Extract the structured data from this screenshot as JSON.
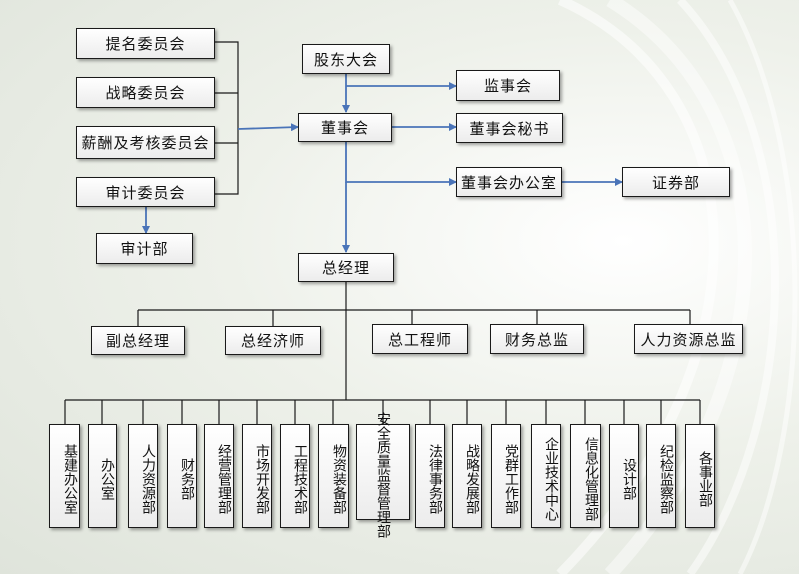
{
  "committees": [
    "提名委员会",
    "战略委员会",
    "薪酬及考核委员会",
    "审计委员会"
  ],
  "audit_dept": "审计部",
  "shareholders": "股东大会",
  "supervisory_board": "监事会",
  "board": "董事会",
  "board_secretary": "董事会秘书",
  "board_office": "董事会办公室",
  "securities_dept": "证券部",
  "general_manager": "总经理",
  "executives": [
    "副总经理",
    "总经济师",
    "总工程师",
    "财务总监",
    "人力资源总监"
  ],
  "departments": [
    "基建办公室",
    "办公室",
    "人力资源部",
    "财务部",
    "经营管理部",
    "市场开发部",
    "工程技术部",
    "物资装备部",
    "安全质量监督管理部",
    "法律事务部",
    "战略发展部",
    "党群工作部",
    "企业技术中心",
    "信息化管理部",
    "设计部",
    "纪检监察部",
    "各事业部"
  ],
  "colors": {
    "arrow": "#4a74b8",
    "line": "#1a1a1a",
    "box_border": "#1a1a1a"
  }
}
